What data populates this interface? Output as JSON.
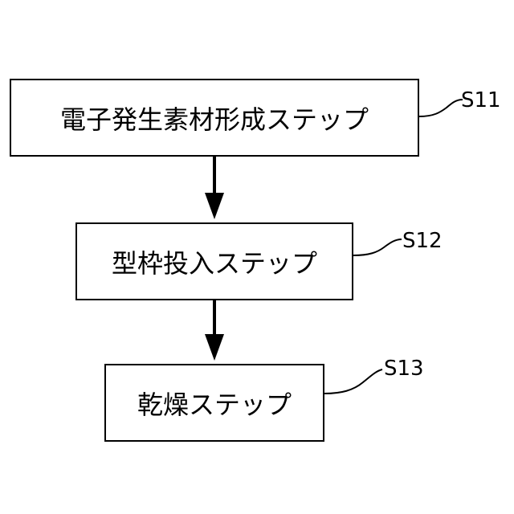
{
  "steps": [
    {
      "id": "S11",
      "label": "S11",
      "text": "電子発生素材形成ステップ"
    },
    {
      "id": "S12",
      "label": "S12",
      "text": "型枠投入ステップ"
    },
    {
      "id": "S13",
      "label": "S13",
      "text": "乾燥ステップ"
    }
  ],
  "colors": {
    "stroke": "#000000",
    "background": "#ffffff"
  }
}
